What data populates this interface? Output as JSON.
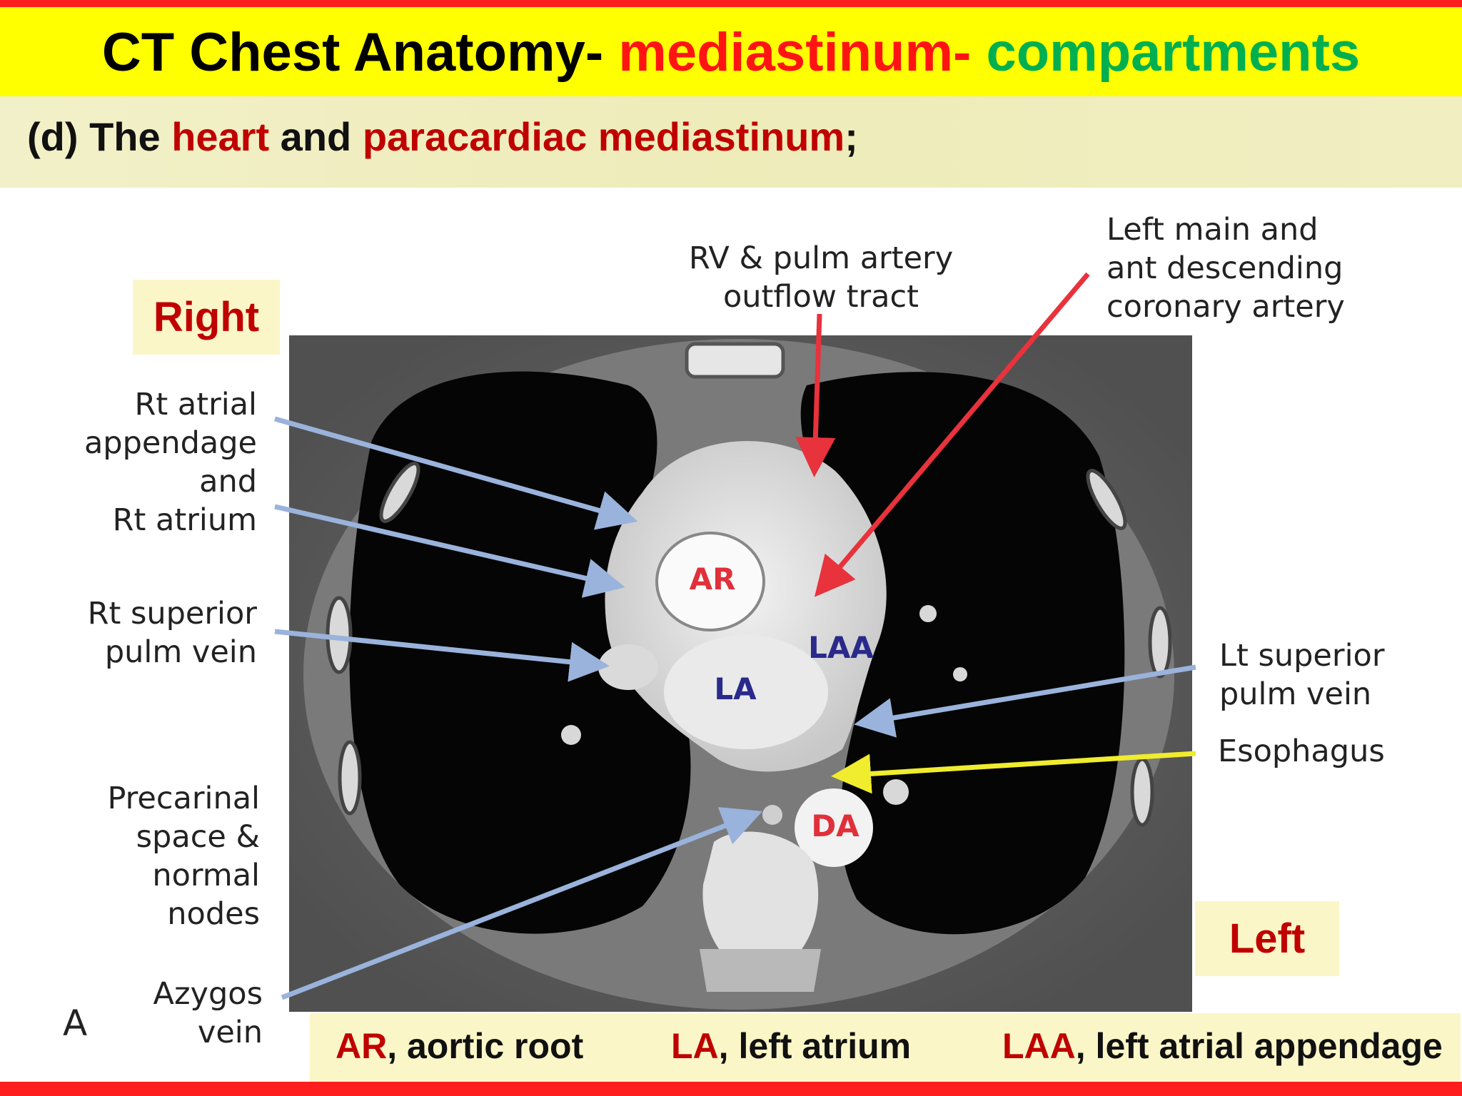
{
  "title": {
    "part1": "CT Chest Anatomy- ",
    "part2": "mediastinum- ",
    "part3": "compartments"
  },
  "subtitle": {
    "prefix": "(d) The ",
    "heart": "heart",
    "and": " and ",
    "para": "paracardiac mediastinum",
    "suffix": ";"
  },
  "side_labels": {
    "right": "Right",
    "left": "Left"
  },
  "annotations": {
    "rv_outflow": [
      "RV & pulm artery",
      "outflow tract"
    ],
    "left_main": [
      "Left main and",
      "ant descending",
      "coronary artery"
    ],
    "rt_atrial": [
      "Rt atrial",
      "appendage",
      "and",
      "Rt atrium"
    ],
    "rt_sup_vein": [
      "Rt superior",
      "pulm vein"
    ],
    "lt_sup_vein": [
      "Lt superior",
      "pulm vein"
    ],
    "esophagus": "Esophagus",
    "precarinal": [
      "Precarinal",
      "space &",
      "normal",
      "nodes"
    ],
    "azygos": [
      "Azygos",
      "vein"
    ],
    "panel_letter": "A"
  },
  "ct_labels": {
    "ar": "AR",
    "laa": "LAA",
    "la": "LA",
    "da": "DA"
  },
  "legend": [
    {
      "abbr": "AR",
      "text": ", aortic root"
    },
    {
      "abbr": "LA",
      "text": ", left atrium"
    },
    {
      "abbr": "LAA",
      "text": ", left atrial appendage"
    }
  ],
  "colors": {
    "red_bar": "#ff1e1e",
    "title_band": "#ffff00",
    "red_text": "#c00000",
    "blue_arrow": "#9ab3dc",
    "red_arrow": "#e8323c",
    "yellow_arrow": "#f0ec2e"
  }
}
